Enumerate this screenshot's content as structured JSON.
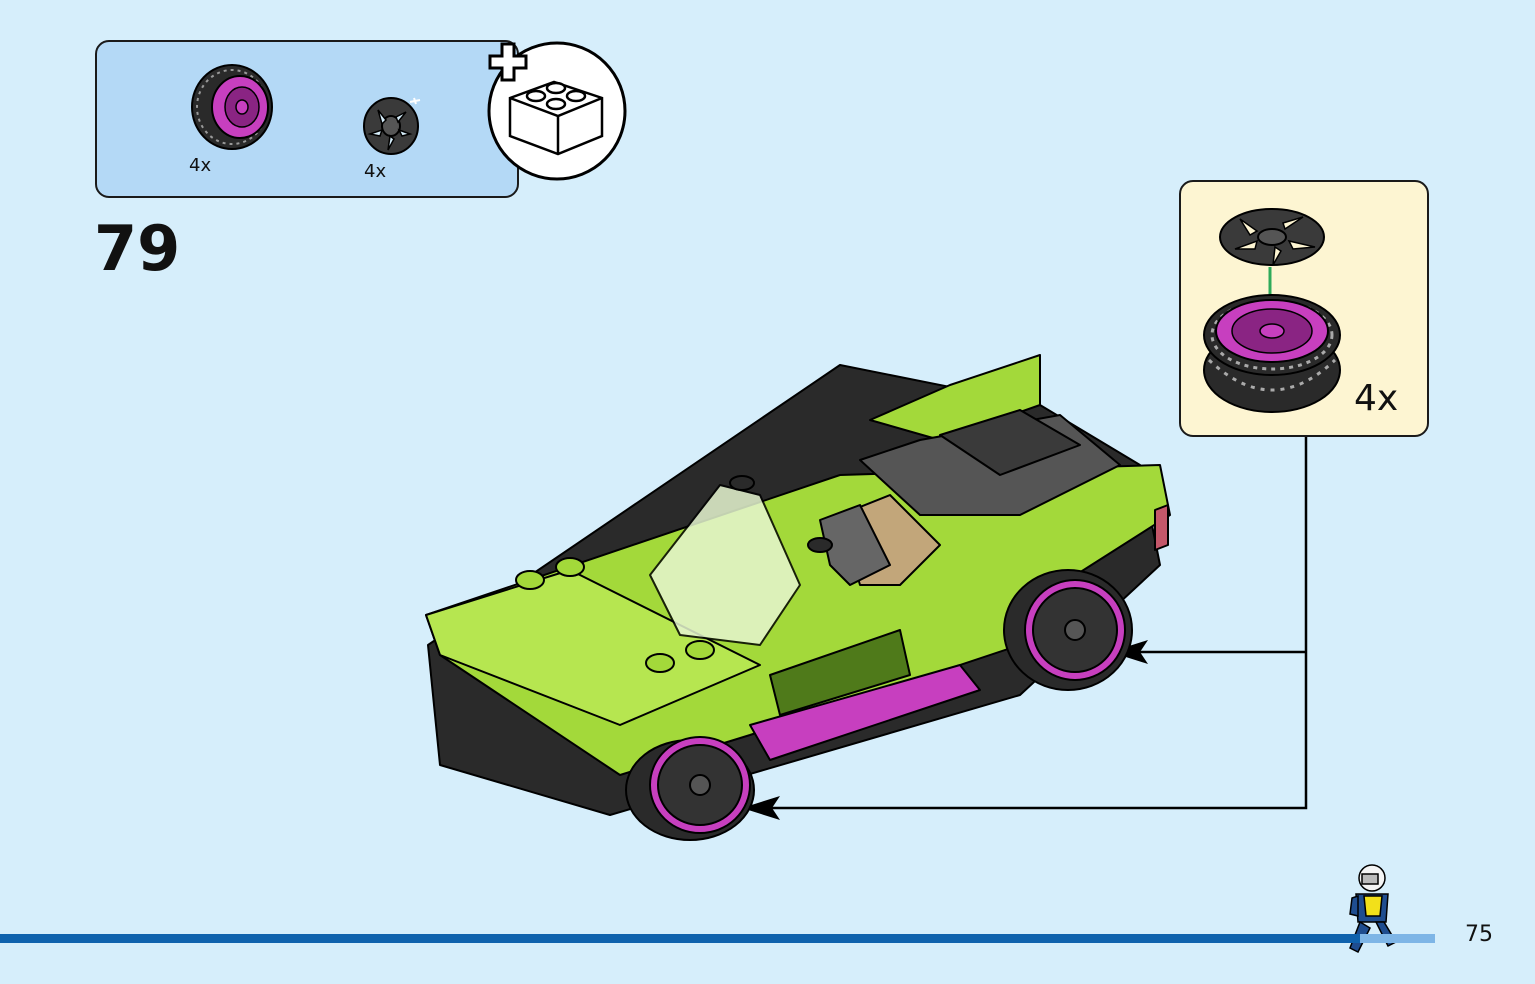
{
  "step": {
    "number": "79"
  },
  "parts": [
    {
      "name": "wheel-with-tire",
      "count": "4x"
    },
    {
      "name": "hubcap",
      "count": "4x"
    }
  ],
  "callout": {
    "count": "4x"
  },
  "page": {
    "number": "75"
  },
  "progress": {
    "fraction": 0.94
  },
  "colors": {
    "background": "#d6eefb",
    "parts_box": "#b4d9f6",
    "callout_box": "#fdf5d2",
    "car_body": "#a3d93a",
    "rim": "#c73fbf",
    "progress": "#0f62ad"
  },
  "icons": [
    "add-bricks-icon",
    "wheel-icon",
    "hubcap-icon",
    "car-model-illustration",
    "minifigure-icon",
    "arrow-icon"
  ]
}
